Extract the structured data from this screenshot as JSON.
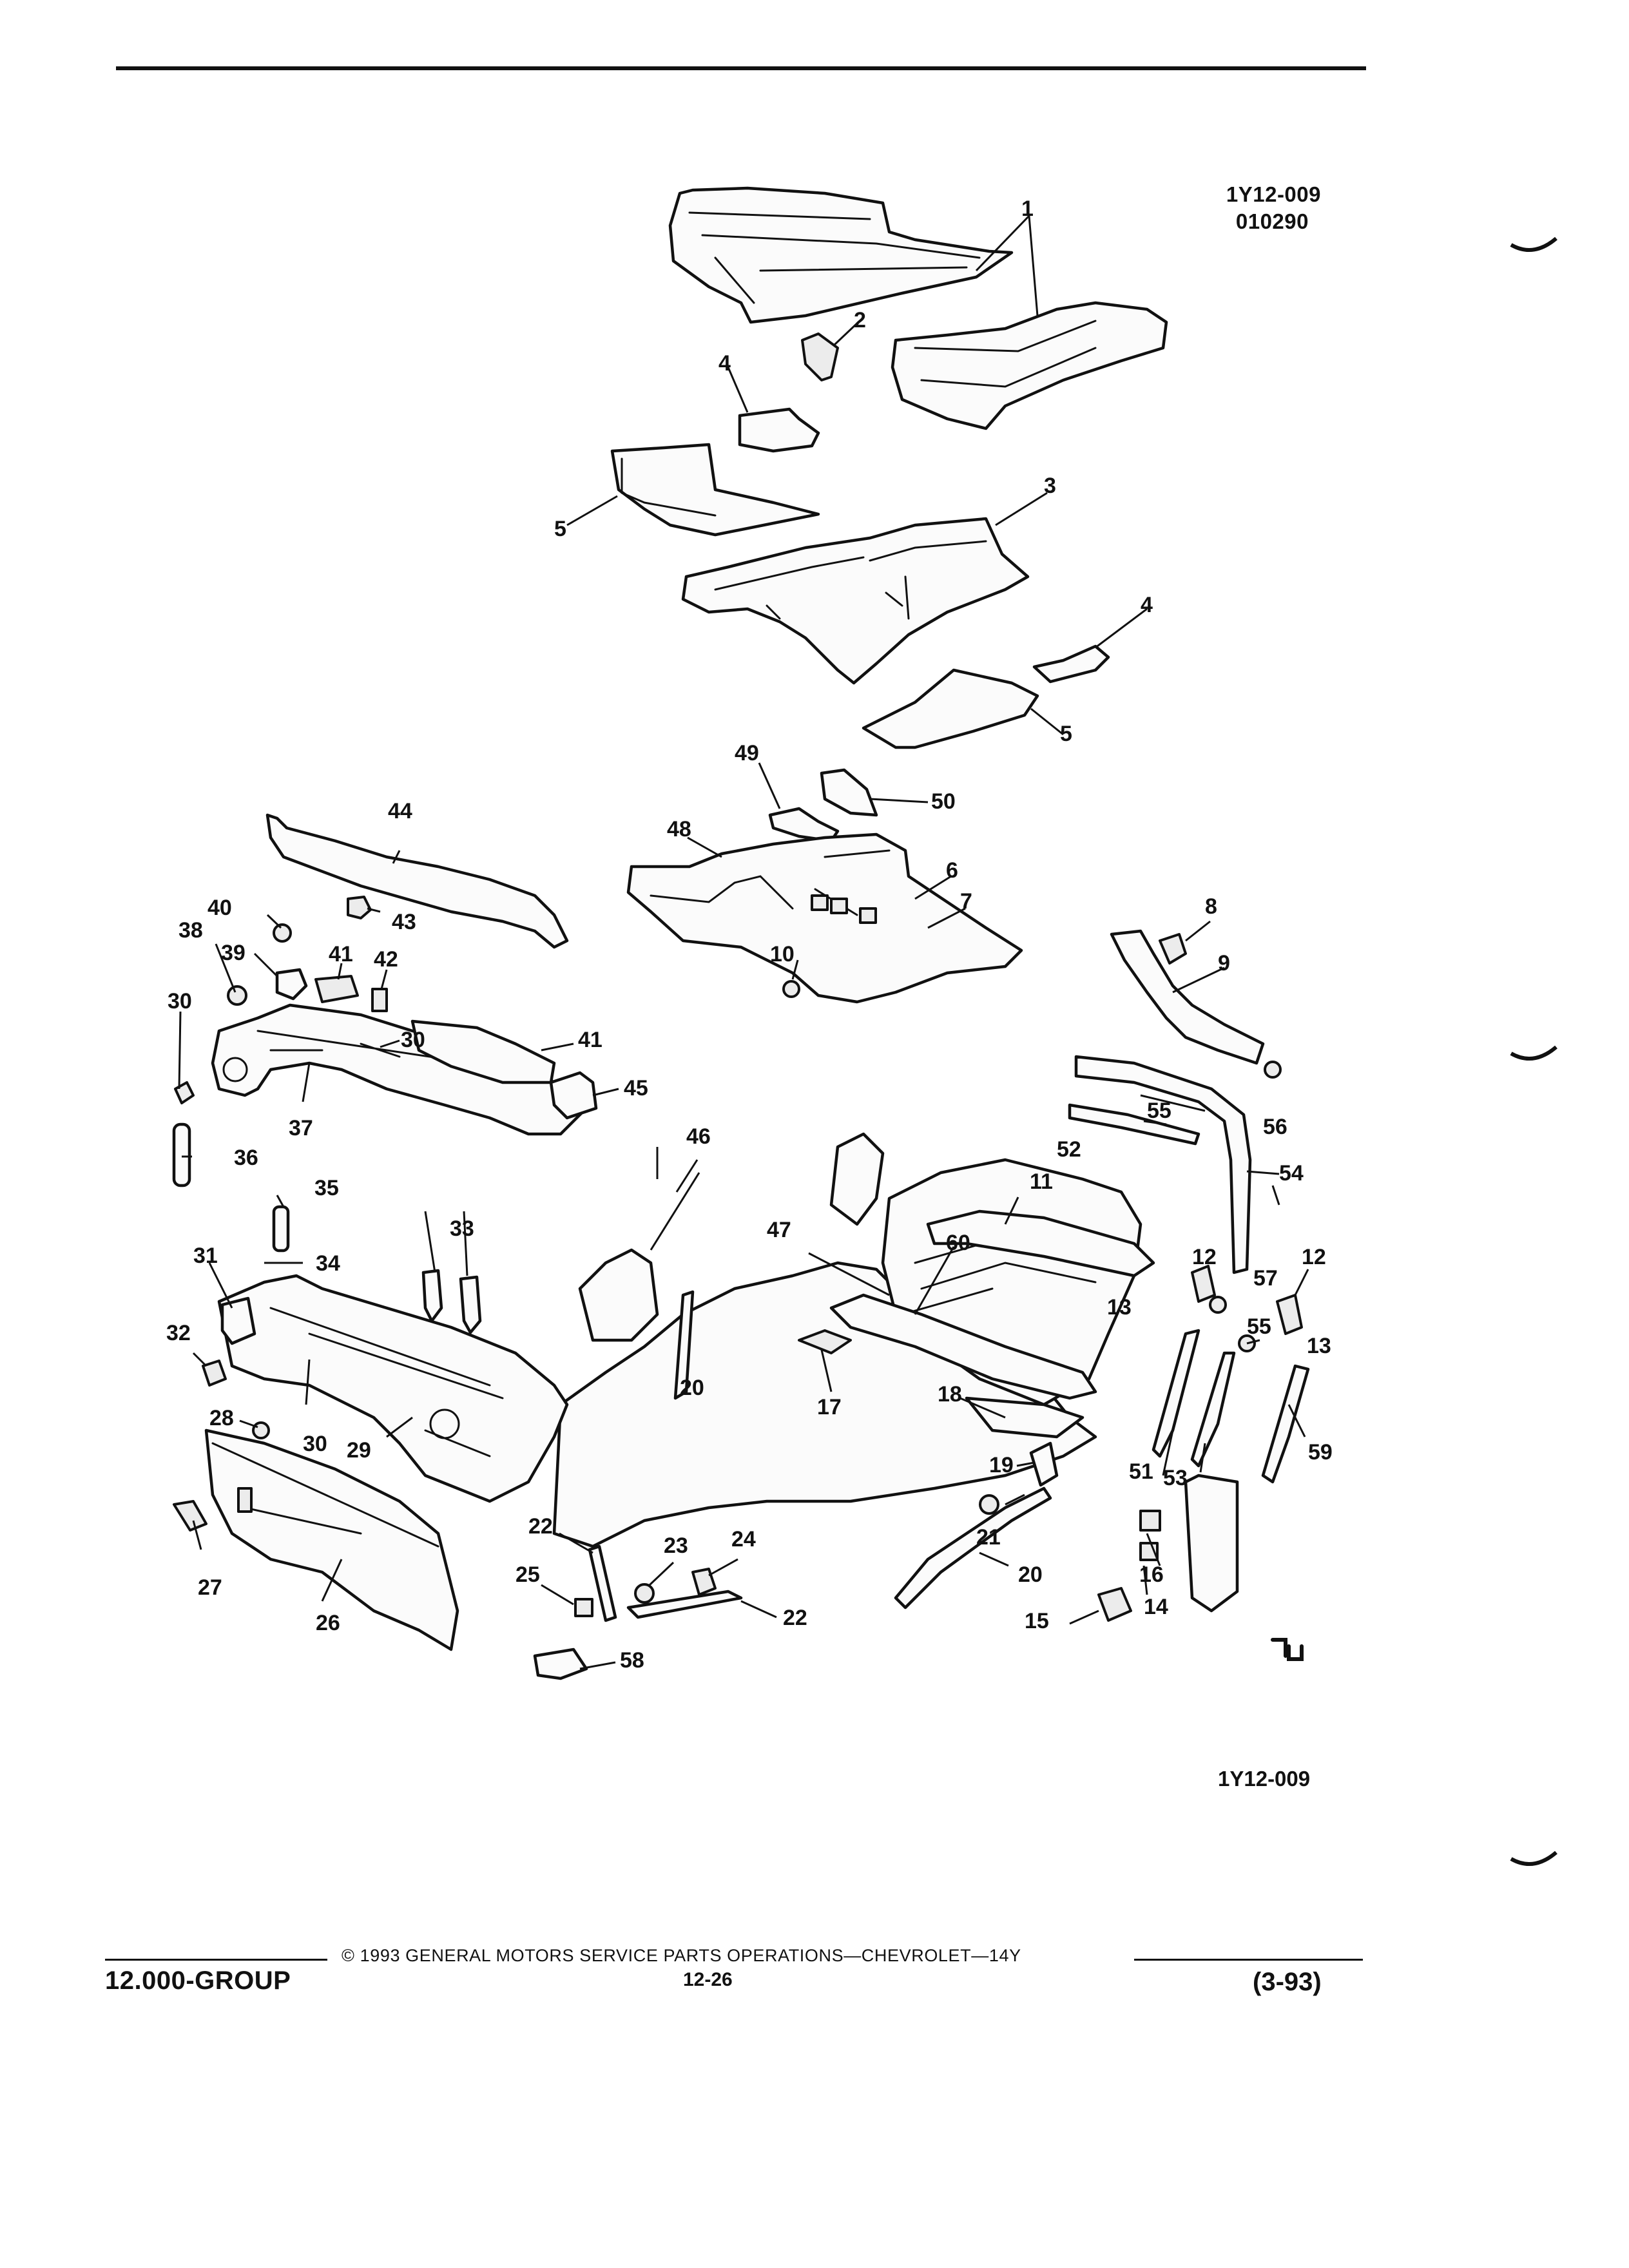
{
  "header": {
    "drawing_id": "1Y12-009",
    "drawing_date": "010290"
  },
  "figure_reference": "1Y12-009",
  "callouts": [
    "1",
    "2",
    "3",
    "4",
    "5",
    "6",
    "7",
    "8",
    "9",
    "10",
    "11",
    "12",
    "13",
    "14",
    "15",
    "16",
    "17",
    "18",
    "19",
    "20",
    "21",
    "22",
    "23",
    "24",
    "25",
    "26",
    "27",
    "28",
    "29",
    "30",
    "31",
    "32",
    "33",
    "34",
    "35",
    "36",
    "37",
    "38",
    "39",
    "40",
    "41",
    "42",
    "43",
    "44",
    "45",
    "46",
    "47",
    "48",
    "49",
    "50",
    "51",
    "52",
    "53",
    "54",
    "55",
    "56",
    "57",
    "58",
    "59",
    "60"
  ],
  "footer": {
    "group": "12.000-GROUP",
    "copyright": "© 1993 GENERAL MOTORS SERVICE PARTS OPERATIONS—CHEVROLET—14Y",
    "page": "12-26",
    "revision": "(3-93)"
  }
}
